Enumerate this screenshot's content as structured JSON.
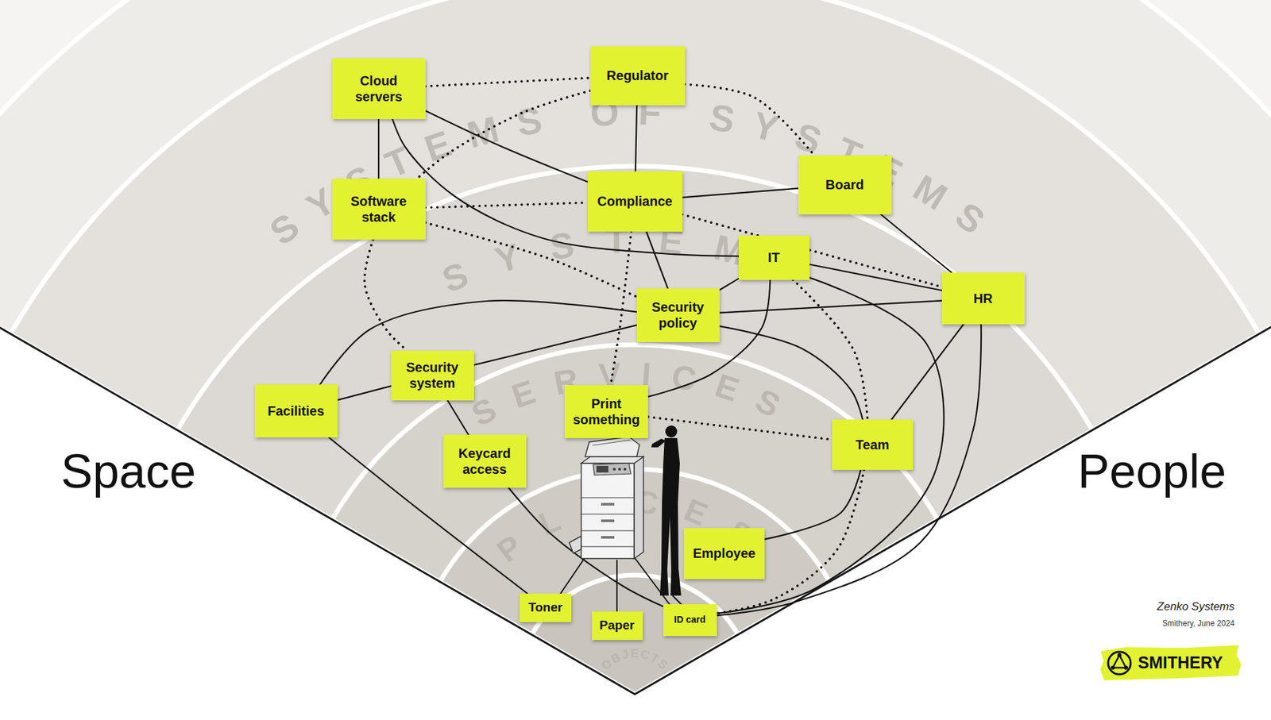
{
  "diagram": {
    "nodes": [
      {
        "text": [
          "Cloud servers"
        ]
      },
      {
        "text": [
          "Regulator"
        ]
      },
      {
        "text": [
          "Software stack"
        ]
      },
      {
        "text": [
          "Compliance"
        ]
      },
      {
        "text": [
          "Board"
        ]
      },
      {
        "text": [
          "IT"
        ]
      },
      {
        "text": [
          "HR"
        ]
      },
      {
        "text": [
          "Security policy"
        ]
      },
      {
        "text": [
          "Security system"
        ]
      },
      {
        "text": [
          "Facilities"
        ]
      },
      {
        "text": [
          "Print something"
        ]
      },
      {
        "text": [
          "Team"
        ]
      },
      {
        "text": [
          "Keycard access"
        ]
      },
      {
        "text": [
          "Employee"
        ]
      },
      {
        "text": [
          "Toner"
        ]
      },
      {
        "text": [
          "Paper"
        ]
      },
      {
        "text": [
          "ID card"
        ]
      }
    ],
    "edges": [
      {
        "from": 0,
        "to": 2,
        "arrow": "none"
      },
      {
        "from": 0,
        "to": 3,
        "arrow": "none"
      },
      {
        "from": 0,
        "to": 5,
        "arrow": "none"
      },
      {
        "from": 1,
        "to": 3,
        "arrow": "none"
      },
      {
        "from": 3,
        "to": 4,
        "arrow": "none"
      },
      {
        "from": 3,
        "to": 7,
        "arrow": "none"
      },
      {
        "from": 4,
        "to": 6,
        "arrow": "none"
      },
      {
        "from": 5,
        "to": 6,
        "arrow": "none"
      },
      {
        "from": 5,
        "to": 7,
        "arrow": "none"
      },
      {
        "from": 7,
        "to": 6,
        "arrow": "none"
      },
      {
        "from": 7,
        "to": 8,
        "arrow": "none"
      },
      {
        "from": 7,
        "to": 9,
        "arrow": "none"
      },
      {
        "from": 7,
        "to": 11,
        "arrow": "none"
      },
      {
        "from": 5,
        "to": 10,
        "arrow": "none"
      },
      {
        "from": 9,
        "to": 8,
        "arrow": "none"
      },
      {
        "from": 9,
        "to": 14,
        "arrow": "none"
      },
      {
        "from": 8,
        "to": 12,
        "arrow": "none"
      },
      {
        "from": 12,
        "to": 16,
        "arrow": "none"
      },
      {
        "from": 6,
        "to": 11,
        "arrow": "none"
      },
      {
        "from": 6,
        "to": 16,
        "arrow": "none"
      },
      {
        "from": 11,
        "to": 13,
        "arrow": "none"
      },
      {
        "from": 5,
        "to": 16,
        "arrow": "none"
      },
      {
        "from": 0,
        "to": 1,
        "arrow": "none"
      },
      {
        "from": 1,
        "to": 4,
        "arrow": "none"
      },
      {
        "from": 1,
        "to": 2,
        "arrow": "none"
      },
      {
        "from": 2,
        "to": 3,
        "arrow": "none"
      },
      {
        "from": 2,
        "to": 7,
        "arrow": "none"
      },
      {
        "from": 2,
        "to": 8,
        "arrow": "none"
      },
      {
        "from": 3,
        "to": 10,
        "arrow": "none"
      },
      {
        "from": 3,
        "to": 6,
        "arrow": "none"
      },
      {
        "from": 5,
        "to": 11,
        "arrow": "none"
      },
      {
        "from": 10,
        "to": 11,
        "arrow": "none"
      },
      {
        "from": 11,
        "to": 16,
        "arrow": "none"
      }
    ],
    "labels": [
      "SYSTEMS OF SYSTEMS",
      "SYSTEMS",
      "SERVICES",
      "PLACES",
      "OBJECTS",
      "Space",
      "People",
      "Zenko Systems",
      "Smithery, June 2024",
      "SMITHERY"
    ]
  }
}
